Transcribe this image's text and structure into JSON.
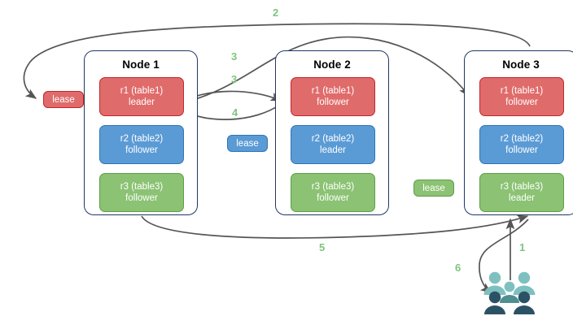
{
  "diagram": {
    "title": "",
    "colors": {
      "red_fill": "#e06b6b",
      "red_stroke": "#c0272d",
      "blue_fill": "#5b9bd5",
      "blue_stroke": "#2e75b6",
      "green_fill": "#8bc273",
      "green_stroke": "#5e9e46",
      "node_border": "#1f3864",
      "arrow": "#555555",
      "step_label": "#7fc47f",
      "people_light": "#7ec0c0",
      "people_mid": "#4f8f91",
      "people_dark": "#2b5264",
      "background": "#ffffff"
    }
  },
  "nodes": [
    {
      "id": "node1",
      "title": "Node 1",
      "replicas": [
        {
          "name": "r1 (table1)",
          "role": "leader",
          "color": "red"
        },
        {
          "name": "r2 (table2)",
          "role": "follower",
          "color": "blue"
        },
        {
          "name": "r3 (table3)",
          "role": "follower",
          "color": "green"
        }
      ]
    },
    {
      "id": "node2",
      "title": "Node 2",
      "replicas": [
        {
          "name": "r1 (table1)",
          "role": "follower",
          "color": "red"
        },
        {
          "name": "r2 (table2)",
          "role": "leader",
          "color": "blue"
        },
        {
          "name": "r3 (table3)",
          "role": "follower",
          "color": "green"
        }
      ]
    },
    {
      "id": "node3",
      "title": "Node 3",
      "replicas": [
        {
          "name": "r1 (table1)",
          "role": "follower",
          "color": "red"
        },
        {
          "name": "r2 (table2)",
          "role": "follower",
          "color": "blue"
        },
        {
          "name": "r3 (table3)",
          "role": "leader",
          "color": "green"
        }
      ]
    }
  ],
  "leases": [
    {
      "id": "lease-r1",
      "label": "lease",
      "color": "red"
    },
    {
      "id": "lease-r2",
      "label": "lease",
      "color": "blue"
    },
    {
      "id": "lease-r3",
      "label": "lease",
      "color": "green"
    }
  ],
  "steps": [
    {
      "id": "step-1",
      "label": "1"
    },
    {
      "id": "step-2",
      "label": "2"
    },
    {
      "id": "step-3a",
      "label": "3"
    },
    {
      "id": "step-3b",
      "label": "3"
    },
    {
      "id": "step-4",
      "label": "4"
    },
    {
      "id": "step-5",
      "label": "5"
    },
    {
      "id": "step-6",
      "label": "6"
    }
  ],
  "actors": {
    "clients_icon": "people-icon"
  }
}
